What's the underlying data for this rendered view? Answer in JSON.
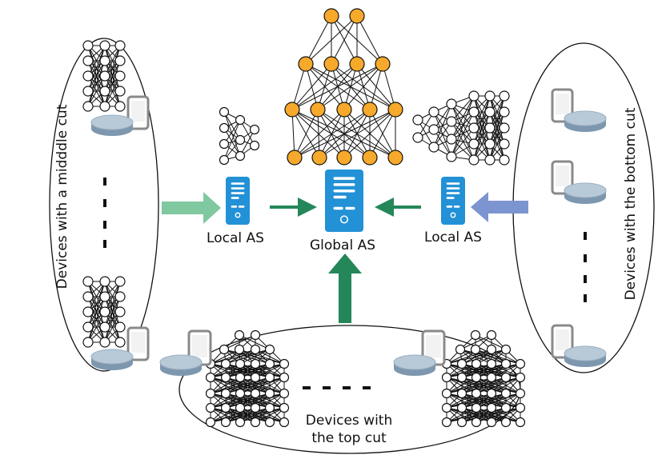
{
  "labels": {
    "middle_group": "Devices with a midddle cut",
    "bottom_group": "Devices with the bottom cut",
    "top_group_line1": "Devices with",
    "top_group_line2": "the top cut",
    "local_as_left": "Local AS",
    "global_as": "Global AS",
    "local_as_right": "Local AS"
  },
  "icons": {
    "server": "server-icon",
    "phone": "phone-icon",
    "disk": "storage-disk-icon",
    "network": "neural-network-icon",
    "arrow": "arrow-icon"
  },
  "colors": {
    "server_blue": "#2291d6",
    "node_orange": "#f6a92a",
    "arrow_dark_green": "#24875a",
    "arrow_light_green": "#7fc8a0",
    "arrow_blue": "#7c94cf",
    "node_white": "#ffffff",
    "line_black": "#111111"
  }
}
